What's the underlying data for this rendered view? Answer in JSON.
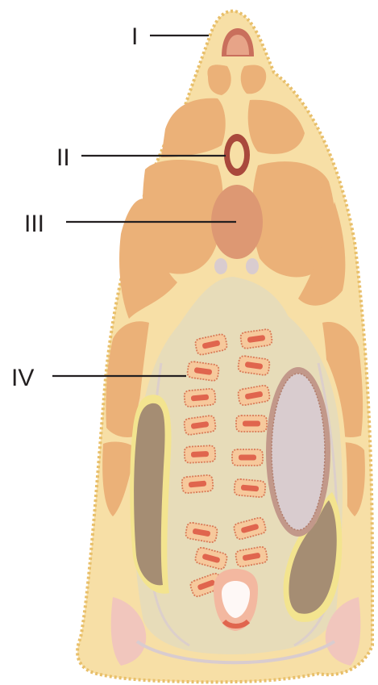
{
  "labels": {
    "I": "I",
    "II": "II",
    "III": "III",
    "IV": "IV"
  },
  "colors": {
    "skin": "#f7dfa6",
    "skin_edge": "#e8bf6a",
    "muscle": "#ebb178",
    "cavity": "#e7dcb9",
    "organ_pink": "#dd9873",
    "ring_red": "#a9493c",
    "gonad": "#f3b8a0",
    "gonad_core": "#e0654e",
    "liver": "#a58d73",
    "gut": "#d9cccf",
    "gut_wall": "#c2988a",
    "fat_pink": "#f1c6bd",
    "ink": "#231f20"
  }
}
